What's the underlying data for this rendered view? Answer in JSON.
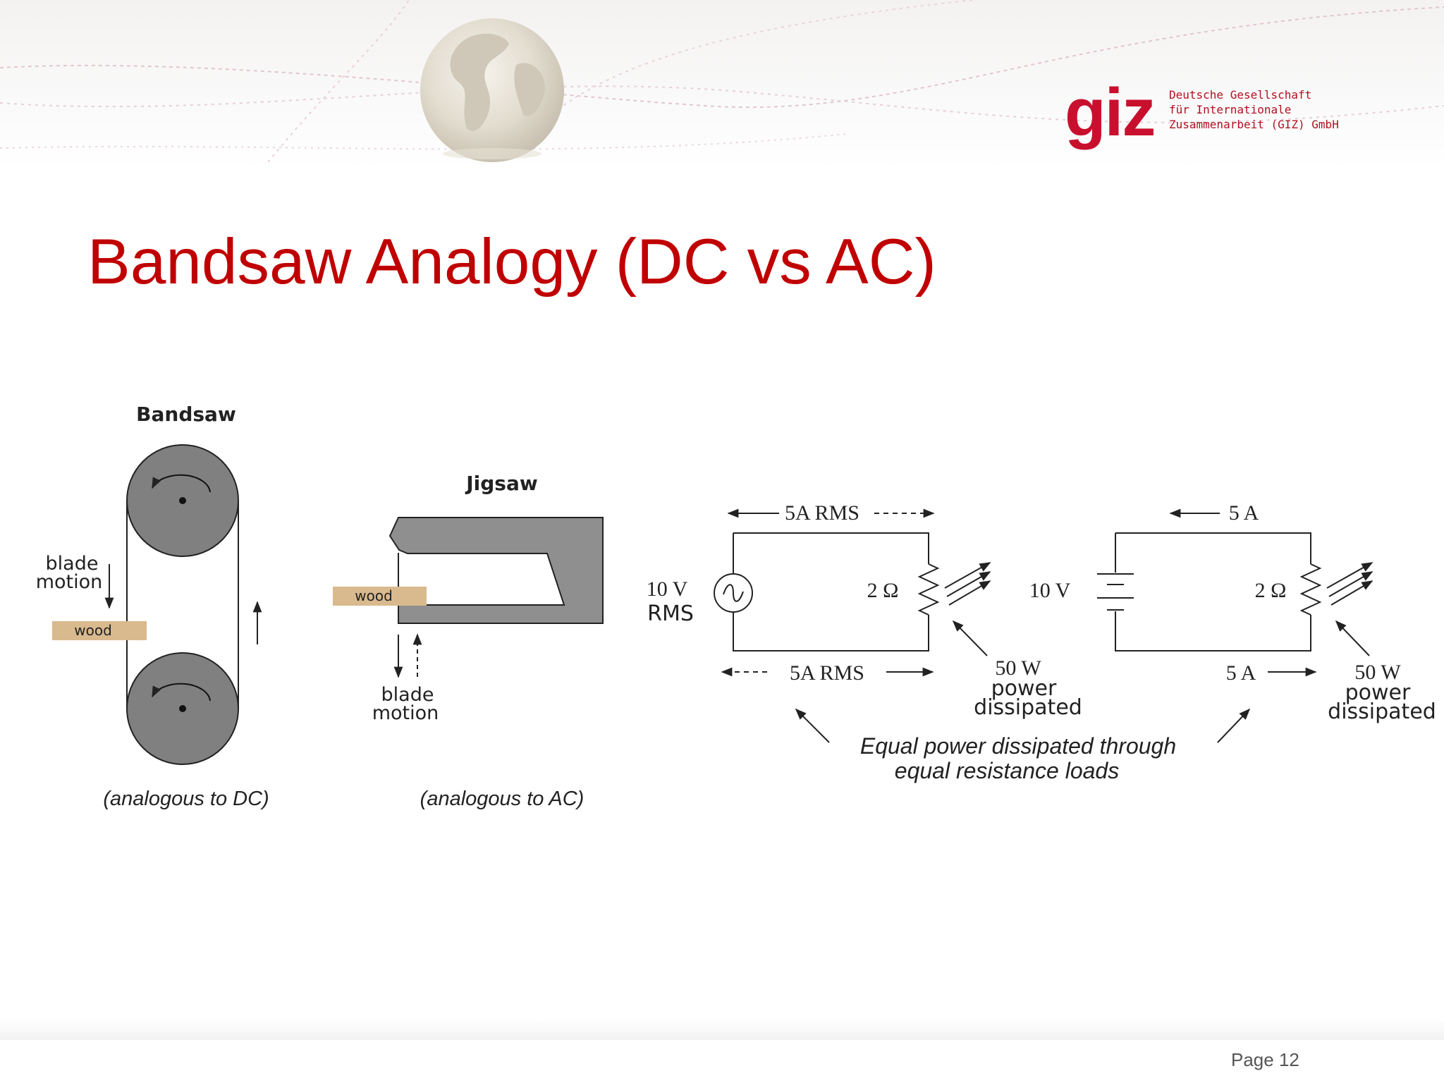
{
  "slide": {
    "title": "Bandsaw Analogy (DC vs AC)",
    "page_number": "Page 12"
  },
  "logo": {
    "mark": "giz",
    "line1": "Deutsche Gesellschaft",
    "line2": "für Internationale",
    "line3": "Zusammenarbeit (GIZ) GmbH"
  },
  "bandsaw": {
    "title": "Bandsaw",
    "motion_label_1": "blade",
    "motion_label_2": "motion",
    "wood_label": "wood",
    "caption": "(analogous to DC)"
  },
  "jigsaw": {
    "title": "Jigsaw",
    "wood_label": "wood",
    "motion_label_1": "blade",
    "motion_label_2": "motion",
    "caption": "(analogous to AC)"
  },
  "ac_circuit": {
    "top_current": "5A RMS",
    "bottom_current": "5A RMS",
    "source_voltage": "10 V",
    "source_unit": "RMS",
    "resistance": "2 Ω",
    "power_1": "50 W",
    "power_2": "power",
    "power_3": "dissipated"
  },
  "dc_circuit": {
    "top_current": "5 A",
    "bottom_current": "5 A",
    "source_voltage": "10 V",
    "resistance": "2 Ω",
    "power_1": "50 W",
    "power_2": "power",
    "power_3": "dissipated"
  },
  "comparison_note": {
    "line1": "Equal power dissipated through",
    "line2": "equal resistance loads"
  },
  "colors": {
    "title": "#c00000",
    "logo": "#c8102e",
    "wheel": "#808080",
    "jigsaw_body": "#8f8f8f",
    "wood": "#d9b98e"
  }
}
